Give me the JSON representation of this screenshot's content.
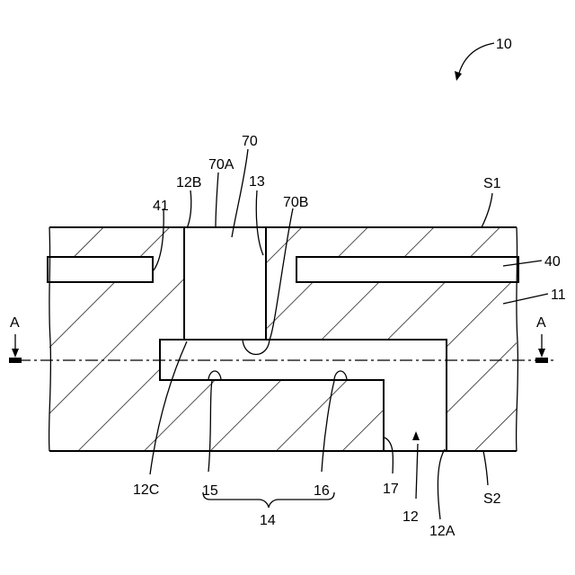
{
  "figure": {
    "ref_main": "10",
    "labels": {
      "s1": "S1",
      "s2": "S2",
      "body": "11",
      "opening": "12",
      "opening_bottom_edge": "12A",
      "opening_top_edge": "12B",
      "opening_inner_edge": "12C",
      "hole_edge": "13",
      "region": "14",
      "inner_surface_left": "15",
      "inner_surface_right": "16",
      "step_edge": "17",
      "plate": "40",
      "plate_edge": "41",
      "plug": "70",
      "plug_top": "70A",
      "plug_bottom": "70B",
      "section_left": "A",
      "section_right": "A"
    }
  }
}
